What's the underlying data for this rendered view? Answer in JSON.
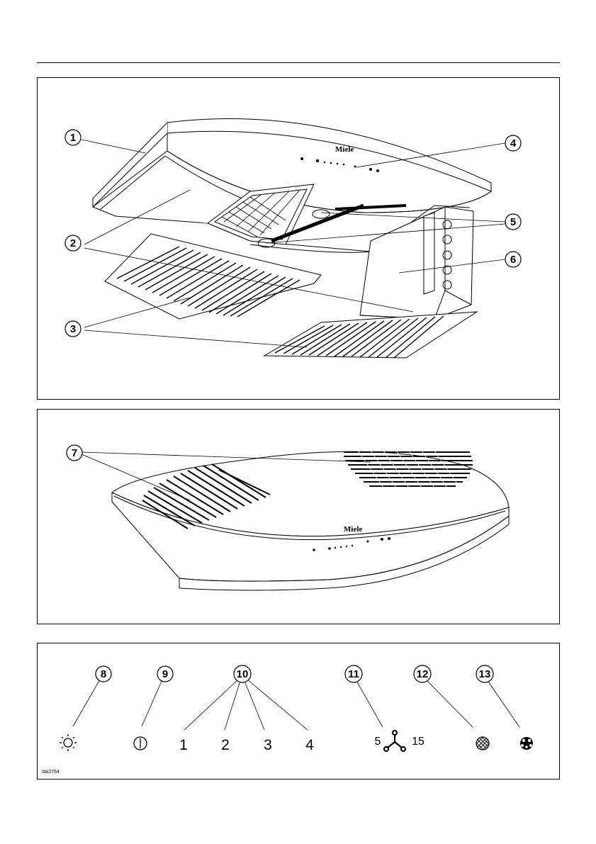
{
  "figure1": {
    "callouts": [
      "1",
      "2",
      "3",
      "4",
      "5",
      "6"
    ],
    "brand": "Miele"
  },
  "figure2": {
    "callouts": [
      "7"
    ],
    "brand": "Miele"
  },
  "figure3": {
    "callouts": [
      "8",
      "9",
      "10",
      "11",
      "12",
      "13"
    ],
    "speed_labels": [
      "1",
      "2",
      "3",
      "4"
    ],
    "timer_left": "5",
    "timer_right": "15",
    "drawing_code": "dai2764",
    "icons": [
      "light-icon",
      "power-icon",
      "fan-timer-icon",
      "grease-filter-icon",
      "odour-filter-icon"
    ]
  }
}
